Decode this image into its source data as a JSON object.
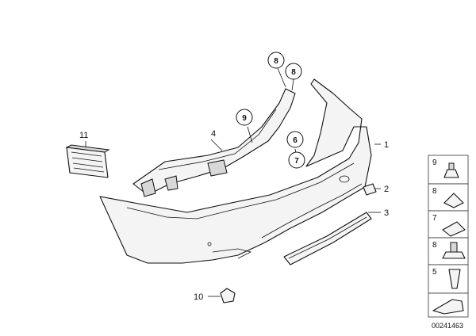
{
  "callouts": {
    "c1": "1",
    "c2": "2",
    "c3": "3",
    "c4": "4",
    "c10": "10",
    "c11": "11"
  },
  "circled": {
    "a": "8",
    "b": "8",
    "c": "9",
    "d": "6",
    "e": "7"
  },
  "legend": [
    "9",
    "8",
    "7",
    "8",
    "5"
  ],
  "doc_number": "00241463"
}
